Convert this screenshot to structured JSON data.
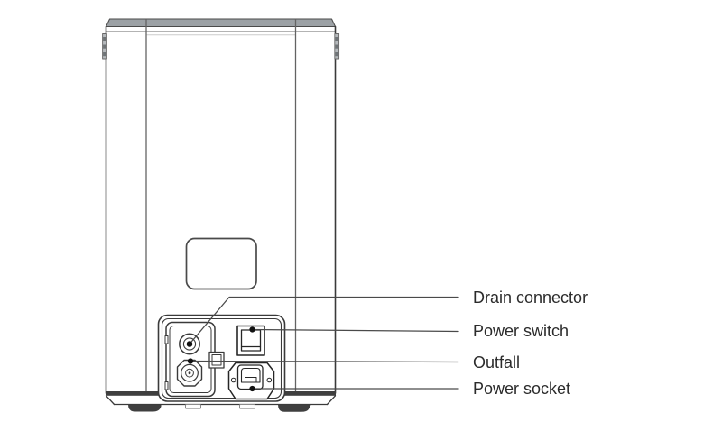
{
  "figure": {
    "kind": "appliance-rear-view-line-drawing",
    "background": "#ffffff",
    "line_color": "#3a3a3a",
    "top_band_color": "#9ca1a5",
    "foot_color": "#3f3f3f"
  },
  "callouts": [
    {
      "id": "drain-connector",
      "label": "Drain connector"
    },
    {
      "id": "power-switch",
      "label": "Power switch"
    },
    {
      "id": "outfall",
      "label": "Outfall"
    },
    {
      "id": "power-socket",
      "label": "Power socket"
    }
  ]
}
